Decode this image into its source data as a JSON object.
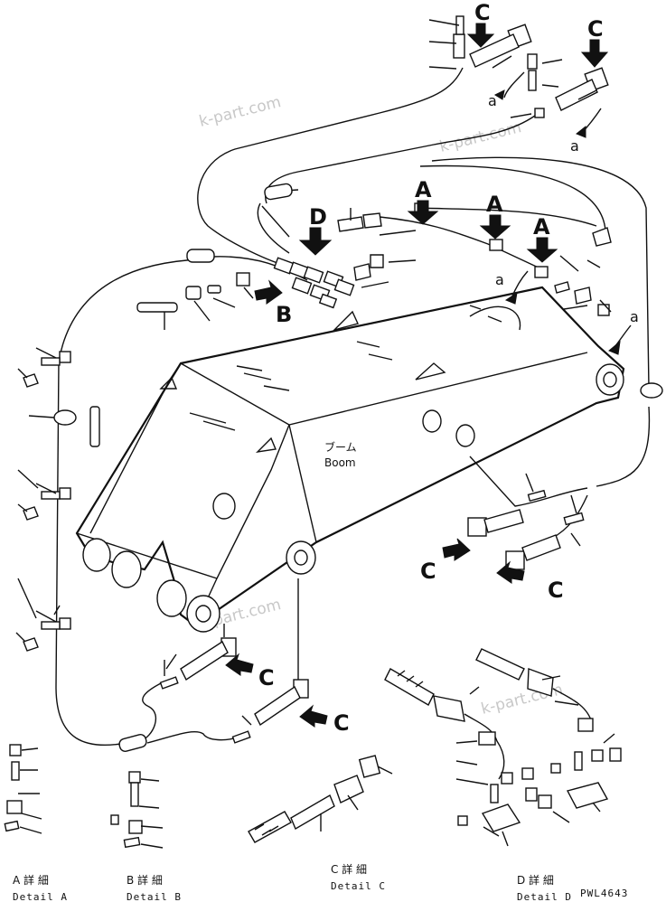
{
  "watermark": "k-part.com",
  "boom_label_jp": "ブーム",
  "boom_label_en": "Boom",
  "views": {
    "a": "A",
    "b": "B",
    "c": "C",
    "d": "D"
  },
  "hose_ref": "a",
  "details": {
    "a_jp": "A 詳 細",
    "a_en": "Detail A",
    "b_jp": "B 詳 細",
    "b_en": "Detail B",
    "c_jp": "C 詳 細",
    "c_en": "Detail C",
    "d_jp": "D 詳 細",
    "d_en": "Detail D"
  },
  "drawing_number": "PWL4643"
}
